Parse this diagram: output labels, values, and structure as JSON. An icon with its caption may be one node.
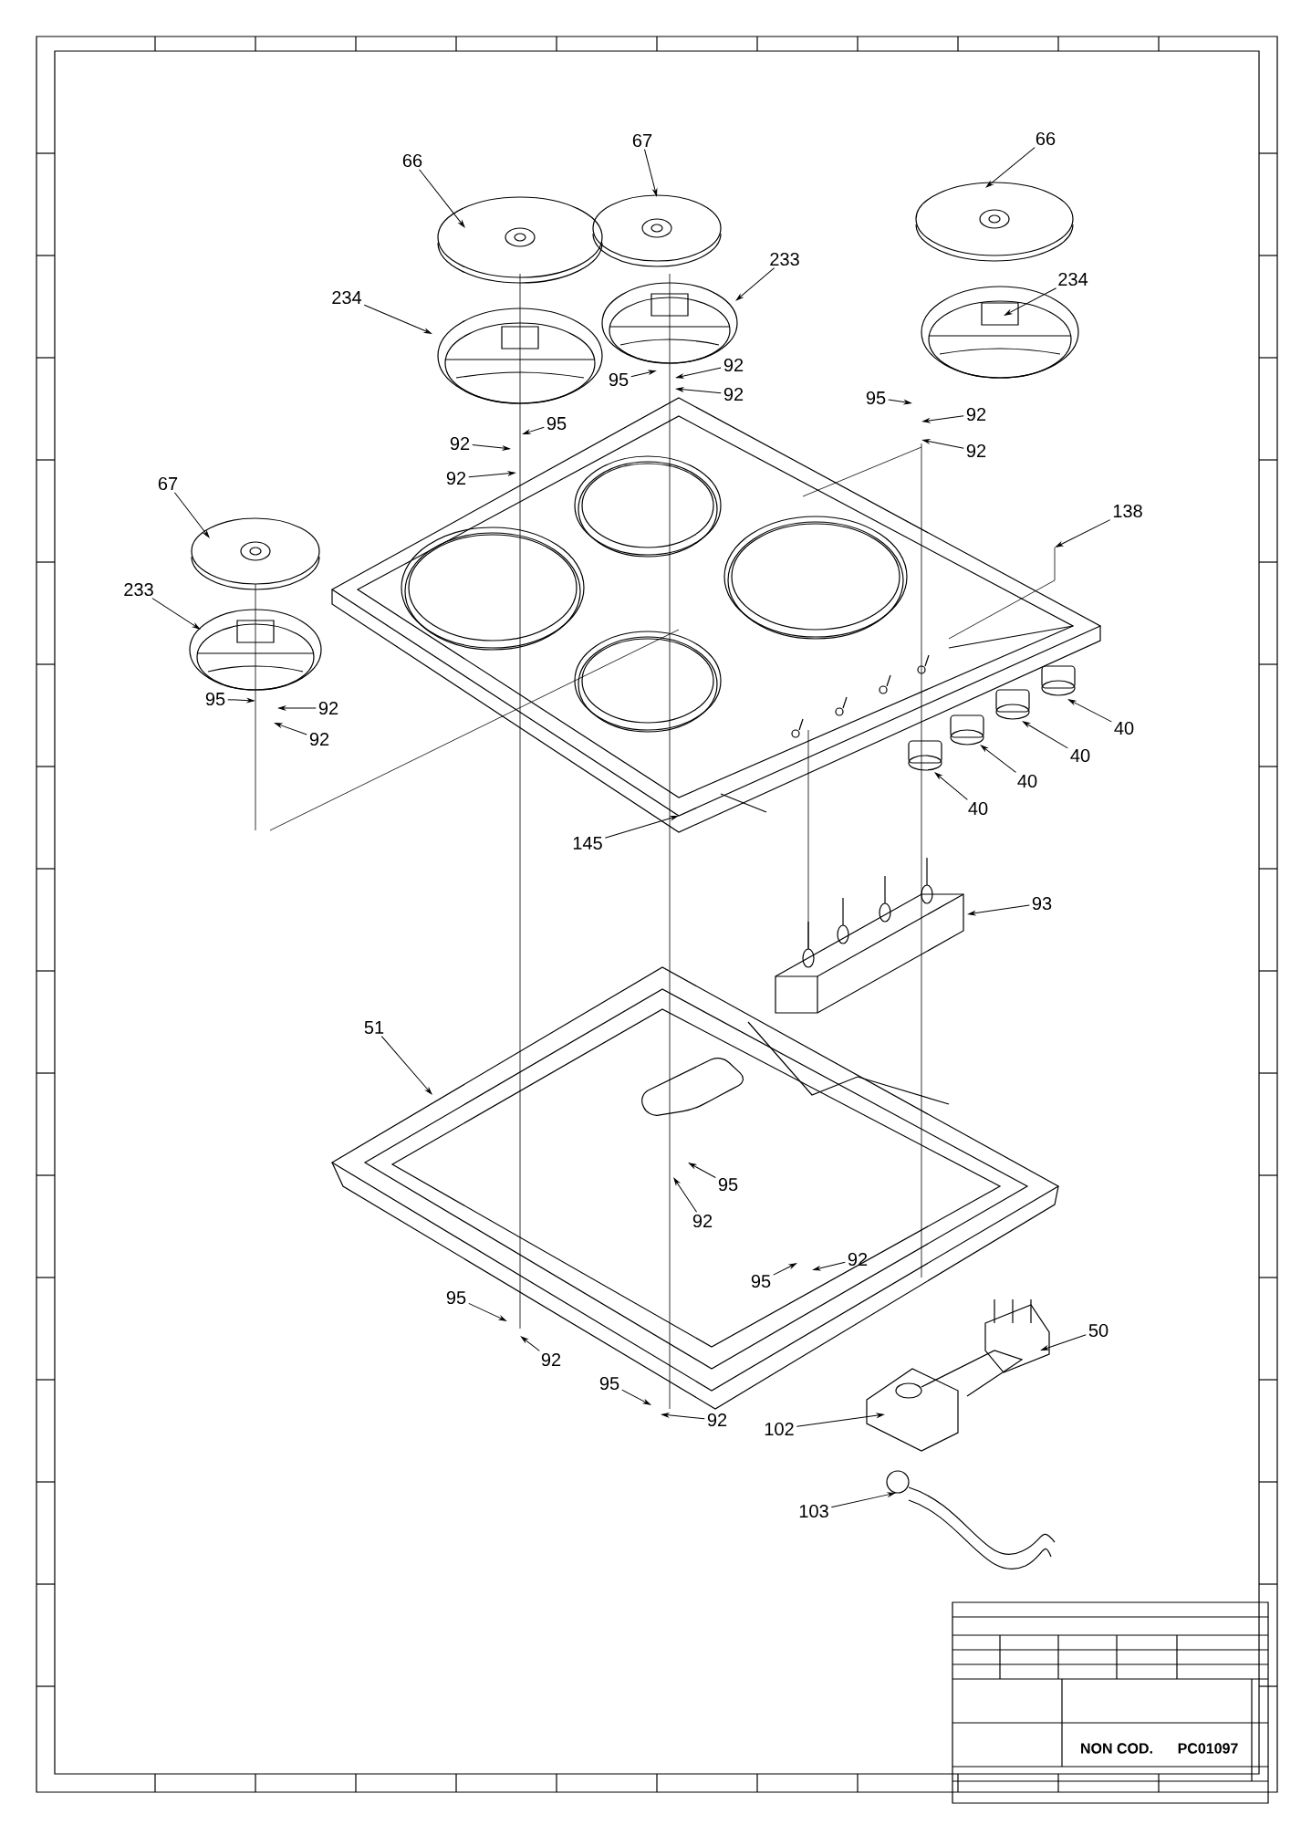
{
  "diagram": {
    "nodes": [
      {
        "text": [
          "66"
        ]
      },
      {
        "text": [
          "67"
        ]
      },
      {
        "text": [
          "66"
        ]
      },
      {
        "text": [
          "234"
        ]
      },
      {
        "text": [
          "233"
        ]
      },
      {
        "text": [
          "234"
        ]
      },
      {
        "text": [
          "95"
        ]
      },
      {
        "text": [
          "92"
        ]
      },
      {
        "text": [
          "92"
        ]
      },
      {
        "text": [
          "95"
        ]
      },
      {
        "text": [
          "92"
        ]
      },
      {
        "text": [
          "92"
        ]
      },
      {
        "text": [
          "95"
        ]
      },
      {
        "text": [
          "92"
        ]
      },
      {
        "text": [
          "92"
        ]
      },
      {
        "text": [
          "138"
        ]
      },
      {
        "text": [
          "67"
        ]
      },
      {
        "text": [
          "233"
        ]
      },
      {
        "text": [
          "95"
        ]
      },
      {
        "text": [
          "92"
        ]
      },
      {
        "text": [
          "92"
        ]
      },
      {
        "text": [
          "40"
        ]
      },
      {
        "text": [
          "40"
        ]
      },
      {
        "text": [
          "40"
        ]
      },
      {
        "text": [
          "40"
        ]
      },
      {
        "text": [
          "145"
        ]
      },
      {
        "text": [
          "93"
        ]
      },
      {
        "text": [
          "51"
        ]
      },
      {
        "text": [
          "95"
        ]
      },
      {
        "text": [
          "92"
        ]
      },
      {
        "text": [
          "92"
        ]
      },
      {
        "text": [
          "95"
        ]
      },
      {
        "text": [
          "95"
        ]
      },
      {
        "text": [
          "92"
        ]
      },
      {
        "text": [
          "50"
        ]
      },
      {
        "text": [
          "95"
        ]
      },
      {
        "text": [
          "92"
        ]
      },
      {
        "text": [
          "102"
        ]
      },
      {
        "text": [
          "103"
        ]
      }
    ],
    "edges": [
      {
        "from": 0,
        "to": null,
        "arrow": "to"
      },
      {
        "from": 1,
        "to": null,
        "arrow": "to"
      },
      {
        "from": 2,
        "to": null,
        "arrow": "to"
      },
      {
        "from": 3,
        "to": null,
        "arrow": "to"
      },
      {
        "from": 4,
        "to": null,
        "arrow": "to"
      },
      {
        "from": 5,
        "to": null,
        "arrow": "to"
      },
      {
        "from": 6,
        "to": null,
        "arrow": "to"
      },
      {
        "from": 7,
        "to": null,
        "arrow": "to"
      },
      {
        "from": 8,
        "to": null,
        "arrow": "to"
      },
      {
        "from": 9,
        "to": null,
        "arrow": "to"
      },
      {
        "from": 10,
        "to": null,
        "arrow": "to"
      },
      {
        "from": 11,
        "to": null,
        "arrow": "to"
      },
      {
        "from": 12,
        "to": null,
        "arrow": "to"
      },
      {
        "from": 13,
        "to": null,
        "arrow": "to"
      },
      {
        "from": 14,
        "to": null,
        "arrow": "to"
      },
      {
        "from": 15,
        "to": null,
        "arrow": "to"
      },
      {
        "from": 16,
        "to": null,
        "arrow": "to"
      },
      {
        "from": 17,
        "to": null,
        "arrow": "to"
      },
      {
        "from": 18,
        "to": null,
        "arrow": "to"
      },
      {
        "from": 19,
        "to": null,
        "arrow": "to"
      },
      {
        "from": 20,
        "to": null,
        "arrow": "to"
      },
      {
        "from": 21,
        "to": null,
        "arrow": "to"
      },
      {
        "from": 22,
        "to": null,
        "arrow": "to"
      },
      {
        "from": 23,
        "to": null,
        "arrow": "to"
      },
      {
        "from": 24,
        "to": null,
        "arrow": "to"
      },
      {
        "from": 25,
        "to": null,
        "arrow": "to"
      },
      {
        "from": 26,
        "to": null,
        "arrow": "to"
      },
      {
        "from": 27,
        "to": null,
        "arrow": "to"
      },
      {
        "from": 28,
        "to": null,
        "arrow": "to"
      },
      {
        "from": 29,
        "to": null,
        "arrow": "to"
      },
      {
        "from": 30,
        "to": null,
        "arrow": "to"
      },
      {
        "from": 31,
        "to": null,
        "arrow": "to"
      },
      {
        "from": 32,
        "to": null,
        "arrow": "to"
      },
      {
        "from": 33,
        "to": null,
        "arrow": "to"
      },
      {
        "from": 34,
        "to": null,
        "arrow": "to"
      },
      {
        "from": 35,
        "to": null,
        "arrow": "to"
      },
      {
        "from": 36,
        "to": null,
        "arrow": "to"
      },
      {
        "from": 37,
        "to": null,
        "arrow": "to"
      },
      {
        "from": 38,
        "to": null,
        "arrow": "to"
      }
    ],
    "labels": [
      "NON COD.",
      "PC01097"
    ]
  }
}
